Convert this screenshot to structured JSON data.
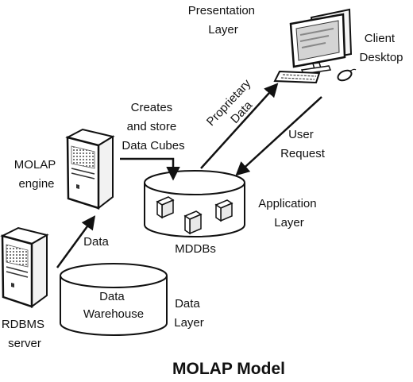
{
  "labels": {
    "presentation_layer": [
      "Presentation",
      "Layer"
    ],
    "client_desktop": [
      "Client",
      "Desktop"
    ],
    "proprietary_data": [
      "Proprietary",
      "Data"
    ],
    "user_request": [
      "User",
      "Request"
    ],
    "creates_store": [
      "Creates",
      "and store",
      "Data Cubes"
    ],
    "molap_engine": [
      "MOLAP",
      "engine"
    ],
    "application_layer": [
      "Application",
      "Layer"
    ],
    "mddbs": "MDDBs",
    "data": "Data",
    "data_warehouse": [
      "Data",
      "Warehouse"
    ],
    "data_layer": [
      "Data",
      "Layer"
    ],
    "rdbms_server": [
      "RDBMS",
      "server"
    ],
    "title": "MOLAP Model"
  },
  "icons": {
    "computer": "desktop-computer-icon",
    "server": "server-tower-icon",
    "database": "cylinder-database-icon",
    "cube": "data-cube-icon"
  },
  "colors": {
    "stroke": "#111111",
    "fill": "#ffffff",
    "screen": "#cfcfcf"
  }
}
